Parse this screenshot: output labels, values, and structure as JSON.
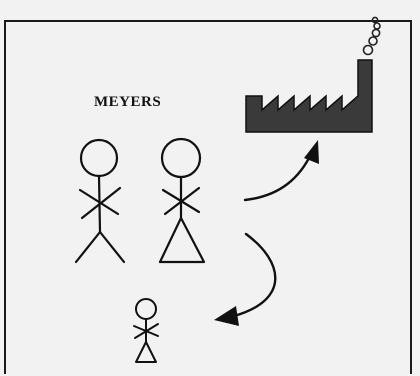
{
  "diagram": {
    "family_label": "MEYERS",
    "icons": [
      "stick-figure-man",
      "stick-figure-woman",
      "stick-figure-child",
      "factory",
      "arrow-right-curved",
      "arrow-down-curved"
    ]
  }
}
